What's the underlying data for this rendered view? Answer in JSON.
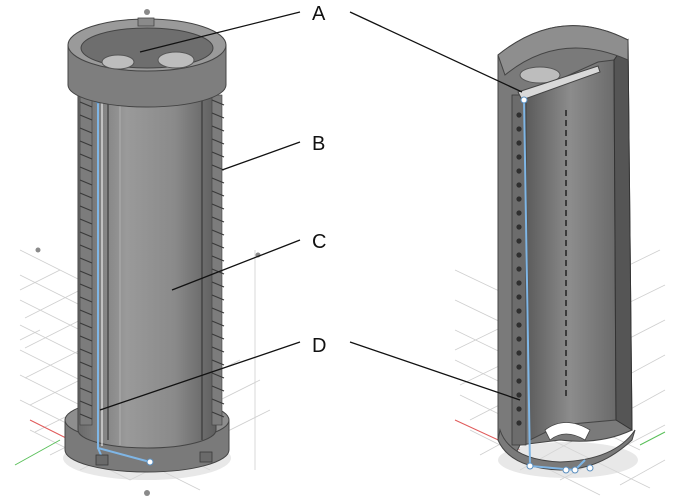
{
  "callouts": [
    {
      "letter": "A"
    },
    {
      "letter": "B"
    },
    {
      "letter": "C"
    },
    {
      "letter": "D"
    }
  ],
  "colors": {
    "body": "#8a8a8a",
    "body_dark": "#5d5d5d",
    "body_light": "#a9a9a9",
    "sketch_line": "#7fb6e6",
    "grid": "#cfcfcf",
    "axis_red": "#e05a5a",
    "axis_green": "#5ac05a"
  },
  "views": [
    {
      "name": "assembled-tube"
    },
    {
      "name": "sectioned-tube"
    }
  ]
}
